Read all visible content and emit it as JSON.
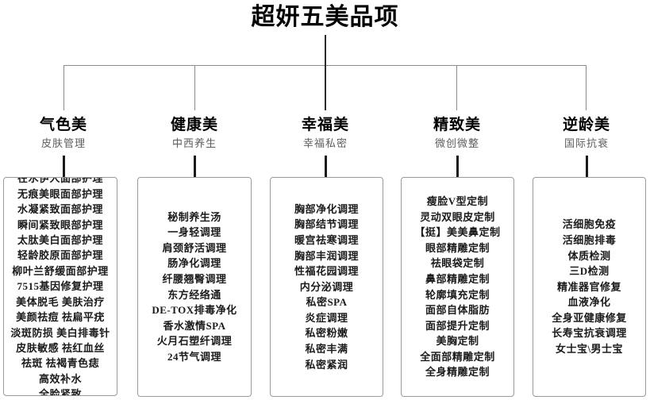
{
  "title": "超妍五美品项",
  "connector": {
    "style": "tree",
    "branch_count": 5
  },
  "categories": [
    {
      "title": "气色美",
      "subtitle": "皮肤管理",
      "items": [
        "在水伊人面部护理",
        "无痕美眼面部护理",
        "水凝紧致面部护理",
        "瞬间紧致眼部护理",
        "太肽美白面部护理",
        "轻龄胶原面部护理",
        "柳叶兰舒缓面部护理",
        "7515基因修复护理",
        "美体脱毛 美肤治疗",
        "美颜祛痘 祛扁平疣",
        "淡斑防损 美白排毒针",
        "皮肤敏感 祛红血丝",
        "祛斑   祛褐青色痣",
        "高效补水",
        "全脸紧致"
      ]
    },
    {
      "title": "健康美",
      "subtitle": "中西养生",
      "items": [
        "秘制养生汤",
        "一身轻调理",
        "肩颈舒活调理",
        "肠净化调理",
        "纤腰翘臀调理",
        "东方经络通",
        "DE-TOX排毒净化",
        "香水激情SPA",
        "火月石塑纤调理",
        "24节气调理"
      ]
    },
    {
      "title": "幸福美",
      "subtitle": "幸福私密",
      "items": [
        "胸部净化调理",
        "胸部结节调理",
        "暖宫祛寒调理",
        "胸部丰润调理",
        "性福花园调理",
        "内分泌调理",
        "私密SPA",
        "炎症调理",
        "私密粉嫩",
        "私密丰满",
        "私密紧润"
      ]
    },
    {
      "title": "精致美",
      "subtitle": "微创微整",
      "items": [
        "瘦脸V型定制",
        "灵动双眼皮定制",
        "【挺】美美鼻定制",
        "眼部精雕定制",
        "祛眼袋定制",
        "鼻部精雕定制",
        "轮廓填充定制",
        "面部自体脂肪",
        "面部提升定制",
        "美胸定制",
        "全面部精雕定制",
        "全身精雕定制"
      ]
    },
    {
      "title": "逆龄美",
      "subtitle": "国际抗衰",
      "items": [
        "活细胞免疫",
        "活细胞排毒",
        "体质检测",
        "三D检测",
        "精准器官修复",
        "血液净化",
        "全身亚健康修复",
        "长寿宝抗衰调理",
        "女士宝\\男士宝"
      ]
    }
  ]
}
